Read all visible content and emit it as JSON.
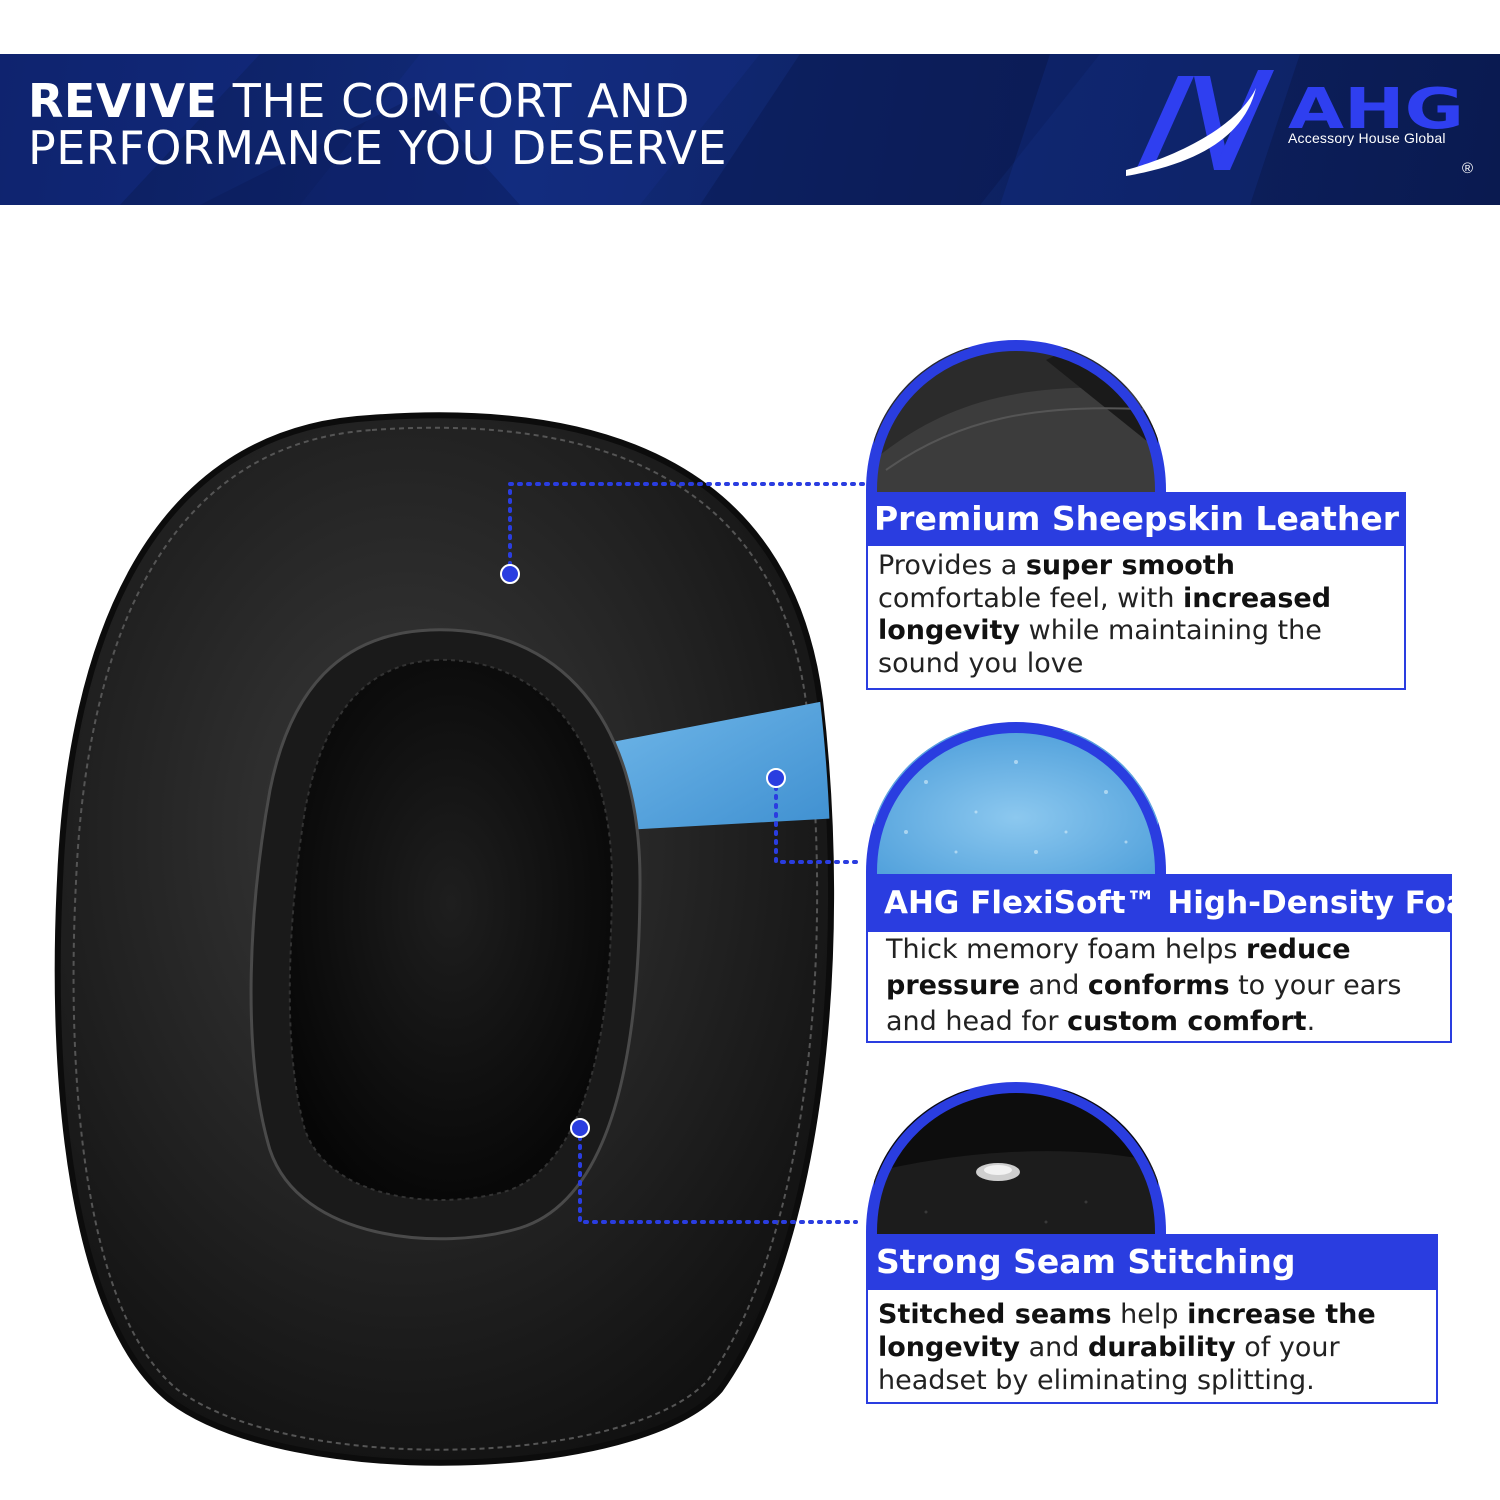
{
  "banner": {
    "headline_strong": "REVIVE",
    "headline_rest": " THE COMFORT AND",
    "headline_line2": "PERFORMANCE YOU DESERVE",
    "brand_name": "Accessory House Global",
    "brand_registered": "®",
    "brand_logo_text": "AHG",
    "colors": {
      "banner_bg": "#0e2366",
      "accent": "#2a3de0",
      "logo_blue": "#2f3ff0"
    }
  },
  "features": [
    {
      "title": "Premium Sheepskin Leather",
      "desc": [
        {
          "t": "Provides a ",
          "b": false
        },
        {
          "t": "super smooth",
          "b": true
        },
        {
          "t": " comfortable feel, with ",
          "b": false
        },
        {
          "t": "increased longevity",
          "b": true
        },
        {
          "t": " while maintaining the sound you love",
          "b": false
        }
      ]
    },
    {
      "title": "AHG FlexiSoft™ High-Density Foam",
      "desc": [
        {
          "t": "Thick memory foam helps ",
          "b": false
        },
        {
          "t": "reduce pressure",
          "b": true
        },
        {
          "t": " and ",
          "b": false
        },
        {
          "t": "conforms",
          "b": true
        },
        {
          "t": " to your ears and head for ",
          "b": false
        },
        {
          "t": "custom comfort",
          "b": true
        },
        {
          "t": ".",
          "b": false
        }
      ]
    },
    {
      "title": "Strong Seam Stitching",
      "desc": [
        {
          "t": "Stitched seams",
          "b": true
        },
        {
          "t": " help ",
          "b": false
        },
        {
          "t": "increase the longevity",
          "b": true
        },
        {
          "t": " and ",
          "b": false
        },
        {
          "t": "durability",
          "b": true
        },
        {
          "t": " of your headset by eliminating splitting.",
          "b": false
        }
      ]
    }
  ]
}
